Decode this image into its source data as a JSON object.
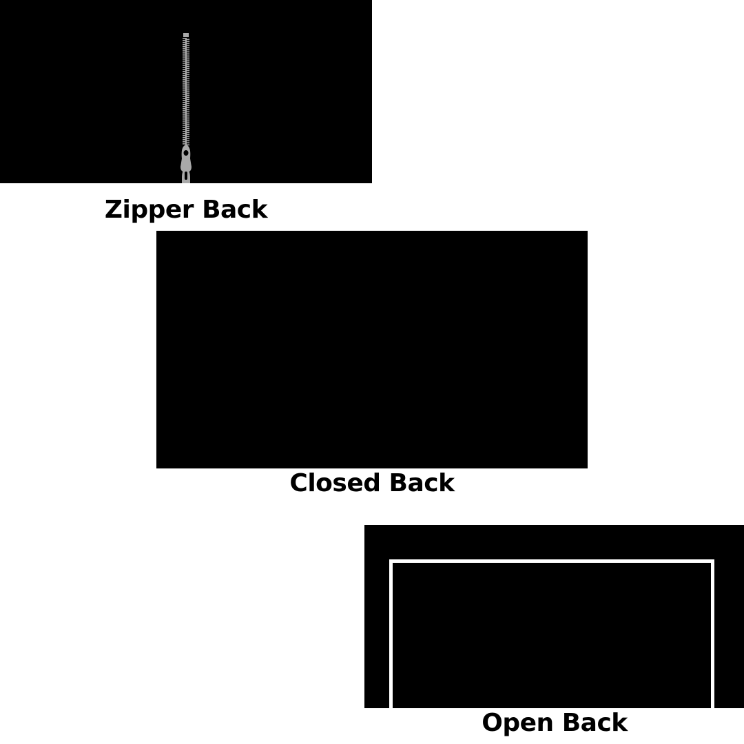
{
  "options": [
    {
      "id": "zipper",
      "label": "Zipper Back",
      "icon": "zipper-icon"
    },
    {
      "id": "closed",
      "label": "Closed Back"
    },
    {
      "id": "open",
      "label": "Open Back",
      "icon": "open-frame-icon"
    }
  ],
  "colors": {
    "panel": "#000000",
    "background": "#ffffff",
    "zipper": "#a9a9a9",
    "frame": "#ffffff"
  }
}
